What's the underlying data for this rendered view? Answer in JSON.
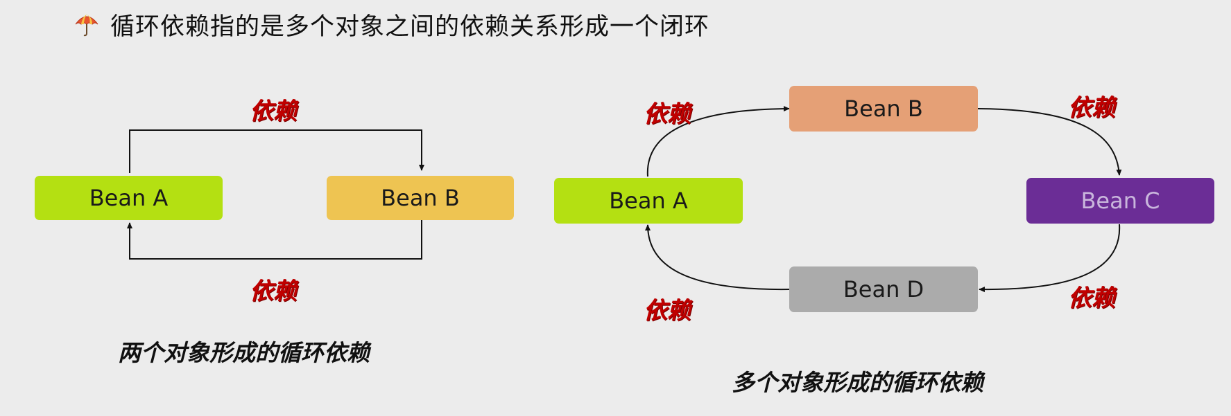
{
  "title": {
    "icon": "umbrella-icon",
    "text": "循环依赖指的是多个对象之间的依赖关系形成一个闭环"
  },
  "left_diagram": {
    "bean_a": "Bean A",
    "bean_b": "Bean B",
    "top_label": "依赖",
    "bottom_label": "依赖",
    "caption": "两个对象形成的循环依赖"
  },
  "right_diagram": {
    "bean_a": "Bean A",
    "bean_b": "Bean B",
    "bean_c": "Bean C",
    "bean_d": "Bean D",
    "label_top_left": "依赖",
    "label_top_right": "依赖",
    "label_bottom_right": "依赖",
    "label_bottom_left": "依赖",
    "caption": "多个对象形成的循环依赖"
  },
  "colors": {
    "bean_a": "#b4e012",
    "bean_b_left": "#eec452",
    "bean_b_right": "#e5a076",
    "bean_c": "#6b2d96",
    "bean_c_text": "#c9b6dc",
    "bean_d": "#ababab",
    "label_red": "#c00000"
  }
}
